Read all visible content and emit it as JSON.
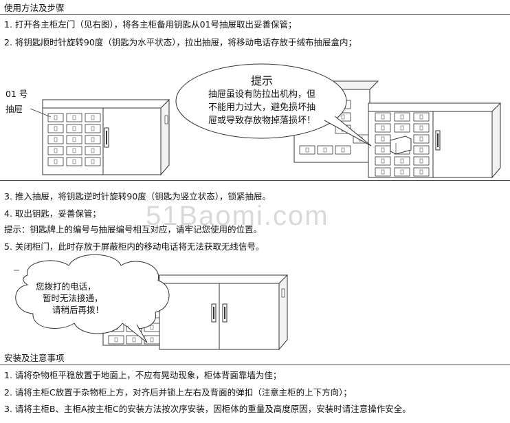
{
  "section1": {
    "title": "使用方法及步骤",
    "step1": "1. 打开各主柜左门（见右图），将各主柜备用钥匙从01号抽屉取出妥善保管；",
    "step2": "2. 将钥匙顺时针旋转90度（钥匙为水平状态），拉出抽屉，将移动电话存放于绒布抽屉盒内；",
    "drawer_label_line1": "01 号",
    "drawer_label_line2": "抽屉",
    "tip": {
      "title": "提示",
      "line1": "抽屉虽设有防拉出机构，但",
      "line2": "不能用力过大，避免损坏抽",
      "line3": "屉或导致存放物掉落损坏！"
    },
    "step3": "3. 推入抽屉，将钥匙逆时针旋转90度（钥匙为竖立状态），锁紧抽屉。",
    "step4": "4. 取出钥匙，妥善保管；",
    "note": "提示：钥匙牌上的编号与抽屉编号相互对应，请牢记您使用的位置。",
    "step5": "5. 关闭柜门，此时存放于屏蔽柜内的移动电话将无法获取无线信号。",
    "phone_bubble": {
      "line1": "您拨打的电话，",
      "line2": "暂时无法接通，",
      "line3": "请稍后再拨！"
    }
  },
  "watermark": "51Baomi.com",
  "section2": {
    "title": "安装及注意事项",
    "item1": "1. 请将杂物柜平稳放置于地面上，不应有晃动现象，柜体背面靠墙为佳；",
    "item2": "2. 请将主柜C放置于杂物柜上方，对齐后并锁上左右及背面的弹扣（注意主柜的上下方向）；",
    "item3": "3. 请将主柜B、主柜A按主柜C的安装方法按次序安装，因柜体的重量及高度原因，安装时请注意操作安全。"
  }
}
